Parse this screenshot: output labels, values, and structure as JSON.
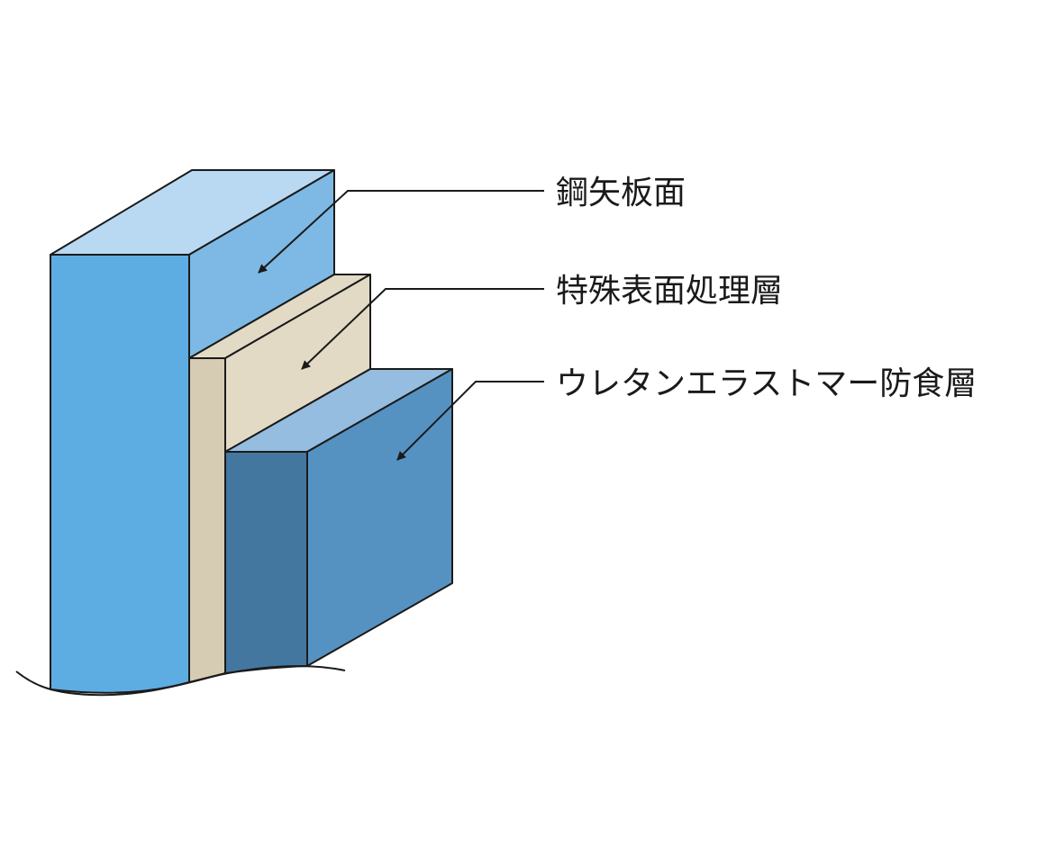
{
  "labels": {
    "steel_surface": "鋼矢板面",
    "surface_treatment": "特殊表面処理層",
    "urethane_layer": "ウレタンエラストマー防食層"
  },
  "colors": {
    "steel_front": "#5dade2",
    "steel_side": "#7db9e4",
    "steel_top": "#b9d9f2",
    "treatment_front": "#d6cbb3",
    "treatment_side": "#e2dac5",
    "urethane_front": "#44779f",
    "urethane_side": "#5592c2",
    "urethane_top": "#94bde0",
    "outline": "#1a1a1a"
  }
}
